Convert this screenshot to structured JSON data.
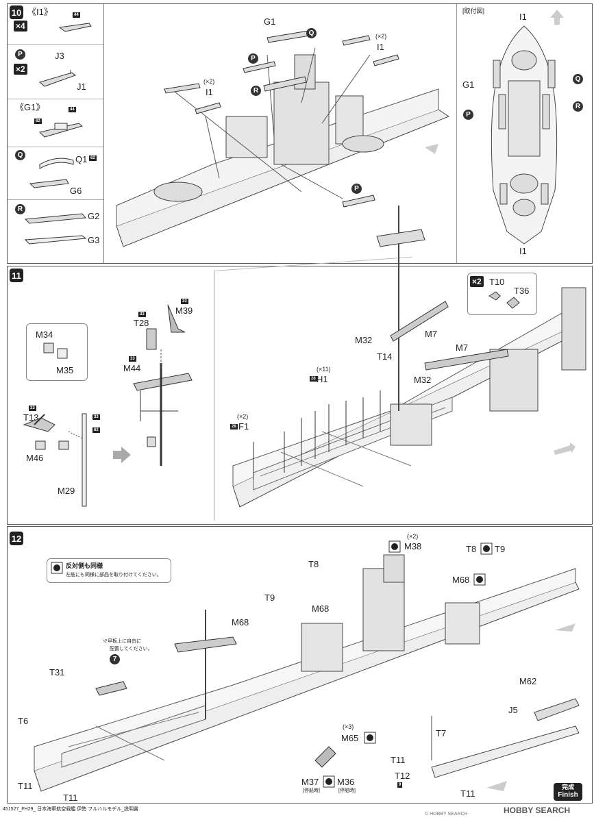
{
  "step10": {
    "number": "10",
    "left": {
      "r1_group": "《I1》",
      "r1_mult": "×4",
      "r1_badge": "44",
      "r2_circle": "P",
      "r2_mult": "×2",
      "r2_part1": "J3",
      "r2_part2": "J1",
      "r3_group": "《G1》",
      "r3_badge1": "44",
      "r3_badge2": "62",
      "r4_circle": "Q",
      "r4_part1": "Q1",
      "r4_badge": "62",
      "r4_part2": "G6",
      "r5_circle": "R",
      "r5_part1": "G2",
      "r5_part2": "G3"
    },
    "main": {
      "g1": "G1",
      "q": "Q",
      "x2a": "(×2)",
      "i1a": "I1",
      "p1": "P",
      "r": "R",
      "x2b": "(×2)",
      "i1b": "I1",
      "p2": "P"
    },
    "right": {
      "title": "[取付図]",
      "i1top": "I1",
      "g1": "G1",
      "q": "Q",
      "r": "R",
      "p": "P",
      "i1bottom": "I1"
    }
  },
  "step11": {
    "number": "11",
    "m34": "M34",
    "m35": "M35",
    "badge33a": "33",
    "t13": "T13",
    "m46": "M46",
    "badge33b": "33",
    "badge62": "62",
    "m29": "M29",
    "badge33c": "33",
    "t28": "T28",
    "badge33d": "33",
    "m39": "M39",
    "badge33e": "33",
    "m44": "M44",
    "x2": "×2",
    "t10": "T10",
    "t36": "T36",
    "m7a": "M7",
    "m7b": "M7",
    "m32a": "M32",
    "t14": "T14",
    "m32b": "M32",
    "x11": "(×11)",
    "badge28a": "28",
    "h1": "H1",
    "x2f": "(×2)",
    "badge28b": "28",
    "f1": "F1"
  },
  "step12": {
    "number": "12",
    "note1": "反対側も同様",
    "note2": "左舷にも同様に部品を取り付けてください。",
    "star_note1": "※甲板上に自由に",
    "star_note2": "配置してください。",
    "seven": "7",
    "x2": "(×2)",
    "m38": "M38",
    "t8": "T8",
    "t9": "T9",
    "t8b": "T8",
    "m68a": "M68",
    "m68b": "M68",
    "t9b": "T9",
    "m68c": "M68",
    "t31": "T31",
    "t6": "T6",
    "x3": "(×3)",
    "m65": "M65",
    "m62": "M62",
    "j5": "J5",
    "t7": "T7",
    "t11a": "T11",
    "t11b": "T11",
    "t11c": "T11",
    "t11d": "T11",
    "t12": "T12",
    "badge9": "9",
    "m37": "M37",
    "m36": "M36",
    "m37sub": "[停船時]",
    "m36sub": "[停船時]",
    "finish_jp": "完成",
    "finish_en": "Finish"
  },
  "footer": {
    "left": "451527_FH29_ 日本海軍航空戦艦 伊勢 フルハルモデル_説明書",
    "brand": "HOBBY SEARCH",
    "copyright": "© HOBBY SEARCH"
  }
}
